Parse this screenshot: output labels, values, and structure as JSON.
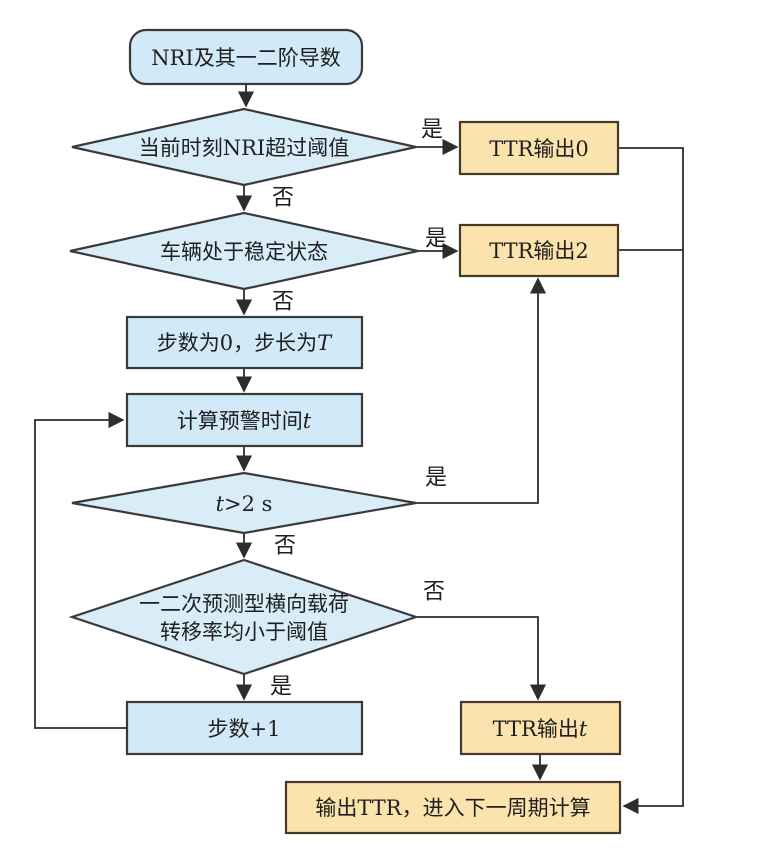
{
  "colors": {
    "process_fill": "#d2e9f7",
    "decision_fill": "#d8edf8",
    "output_fill": "#fae3ac",
    "node_border": "#3a3a3a",
    "output_border": "#45392a",
    "line_color": "#2d2d2d",
    "text_color": "#1f1f1f"
  },
  "nodes": {
    "start": {
      "label": "NRI及其一二阶导数"
    },
    "decision_nri_threshold": {
      "label": "当前时刻NRI超过阈值"
    },
    "ttr_output_0": {
      "label": "TTR输出0"
    },
    "decision_vehicle_stable": {
      "label": "车辆处于稳定状态"
    },
    "ttr_output_2": {
      "label": "TTR输出2"
    },
    "init_steps": {
      "prefix": "步数为0，步长为",
      "it": "T"
    },
    "calc_warning_time": {
      "prefix": "计算预警时间",
      "it": "t"
    },
    "decision_t_gt_2s": {
      "it": "t",
      "suffix": ">2 s"
    },
    "decision_ltr_threshold": {
      "line1": "一二次预测型横向载荷",
      "line2": "转移率均小于阈值"
    },
    "increment_steps": {
      "label": "步数+1"
    },
    "ttr_output_t": {
      "prefix": "TTR输出",
      "it": "t"
    },
    "final_output": {
      "label": "输出TTR，进入下一周期计算"
    }
  },
  "branch_labels": {
    "d1_yes": "是",
    "d1_no": "否",
    "d2_yes": "是",
    "d2_no": "否",
    "d3_yes": "是",
    "d3_no": "否",
    "d4_no": "否",
    "d4_yes": "是"
  }
}
